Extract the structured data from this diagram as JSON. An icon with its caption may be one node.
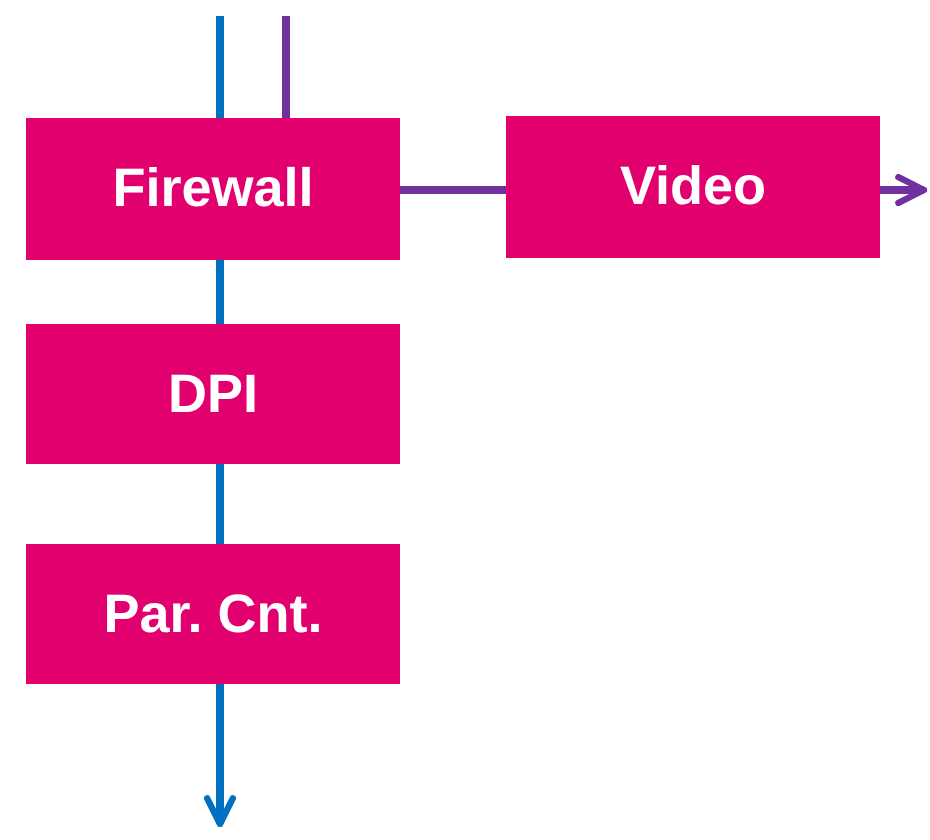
{
  "diagram": {
    "nodes": [
      {
        "text": [
          "Firewall"
        ]
      },
      {
        "text": [
          "DPI"
        ]
      },
      {
        "text": [
          "Par. Cnt."
        ]
      },
      {
        "text": [
          "Video"
        ]
      }
    ],
    "edges": [
      {
        "from": null,
        "to": 0,
        "arrow": "none"
      },
      {
        "from": 0,
        "to": 1,
        "arrow": "none"
      },
      {
        "from": 1,
        "to": 2,
        "arrow": "none"
      },
      {
        "from": 2,
        "to": null,
        "arrow": "to"
      },
      {
        "from": null,
        "to": 0,
        "arrow": "none",
        "color": "#7030a0"
      },
      {
        "from": 0,
        "to": 3,
        "arrow": "none",
        "color": "#7030a0"
      },
      {
        "from": 3,
        "to": null,
        "arrow": "to",
        "color": "#7030a0"
      }
    ]
  }
}
